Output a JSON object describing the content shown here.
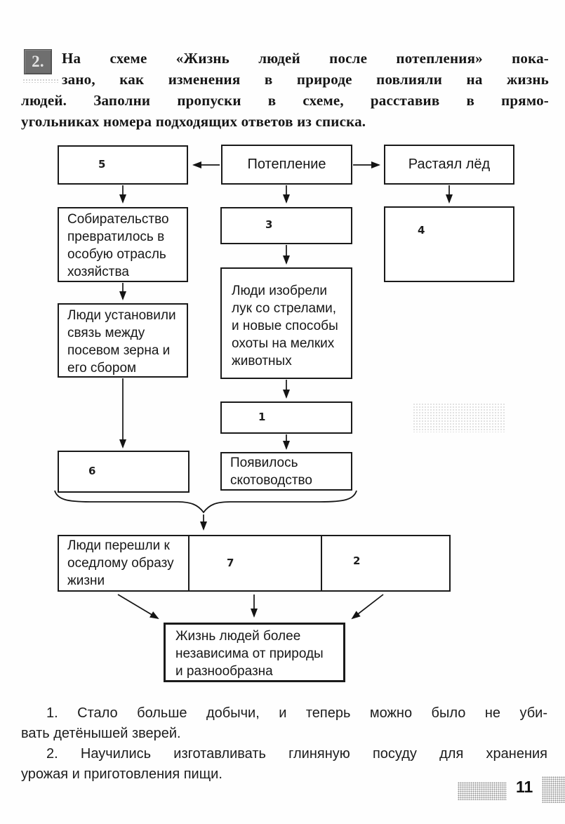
{
  "task": {
    "badge": "2.",
    "instruction_lines": [
      "На схеме «Жизнь людей после потепления» пока-",
      "зано, как изменения в природе повлияли на жизнь",
      "людей. Заполни пропуски в схеме, расставив в прямо-",
      "угольниках номера подходящих ответов из списка."
    ]
  },
  "diagram": {
    "warming": "Потепление",
    "ice_melted": "Растаял лёд",
    "gathering": "Собирательство превратилось в особую отрасль хозяйства",
    "sowing_link": "Люди установили связь между посевом зерна и его сбором",
    "bow_invented": "Люди изобрели лук со стрелами, и новые способы охоты на мелких животных",
    "cattle_breeding": "Появилось скотоводство",
    "settled_life": "Люди перешли к оседлому образу жизни",
    "result": "Жизнь людей более независима от природы и разнообразна",
    "answer_1": "1",
    "answer_2": "2",
    "answer_3": "3",
    "answer_4": "4",
    "answer_5": "5",
    "answer_6": "6",
    "answer_7": "7"
  },
  "answers_list": {
    "item1_lines": [
      "1. Стало больше добычи, и теперь можно было не уби-",
      "вать детёнышей зверей."
    ],
    "item2_lines": [
      "2. Научились изготавливать глиняную посуду для хранения",
      "урожая и приготовления пищи."
    ]
  },
  "page": {
    "number": "11"
  }
}
